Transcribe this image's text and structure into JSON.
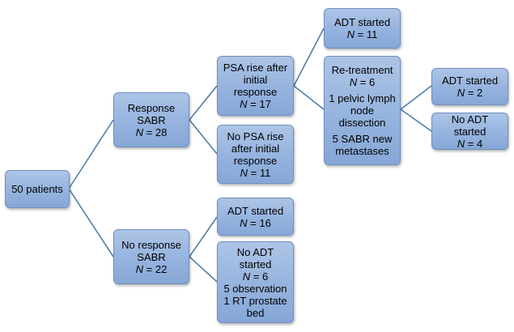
{
  "nodes": {
    "root": {
      "line1": "50 patients"
    },
    "response": {
      "line1": "Response",
      "line2": "SABR",
      "count_var": "N",
      "count": "28"
    },
    "no_response": {
      "line1": "No response",
      "line2": "SABR",
      "count_var": "N",
      "count": "22"
    },
    "psa_rise": {
      "line1": "PSA rise after",
      "line2": "initial response",
      "count_var": "N",
      "count": "17"
    },
    "no_psa_rise": {
      "line1": "No PSA rise",
      "line2": "after initial",
      "line3": "response",
      "count_var": "N",
      "count": "11"
    },
    "adt_started_16": {
      "line1": "ADT started",
      "count_var": "N",
      "count": "16"
    },
    "no_adt_6": {
      "line1": "No ADT",
      "line2": "started",
      "count_var": "N",
      "count": "6",
      "detail1": "5 observation",
      "detail2a": "1 RT prostate",
      "detail2b": "bed"
    },
    "adt_started_11": {
      "line1": "ADT started",
      "count_var": "N",
      "count": "11"
    },
    "retreatment": {
      "line1": "Re-treatment",
      "count_var": "N",
      "count": "6",
      "detail1a": "1 pelvic lymph",
      "detail1b": "node",
      "detail1c": "dissection",
      "detail2a": "5 SABR new",
      "detail2b": "metastases"
    },
    "adt_started_2": {
      "line1": "ADT started",
      "count_var": "N",
      "count": "2"
    },
    "no_adt_4": {
      "line1": "No ADT started",
      "count_var": "N",
      "count": "4"
    }
  },
  "colors": {
    "connector": "#4f7fa8",
    "box_fill": "#95b3df",
    "box_border": "#6f8fbf"
  }
}
